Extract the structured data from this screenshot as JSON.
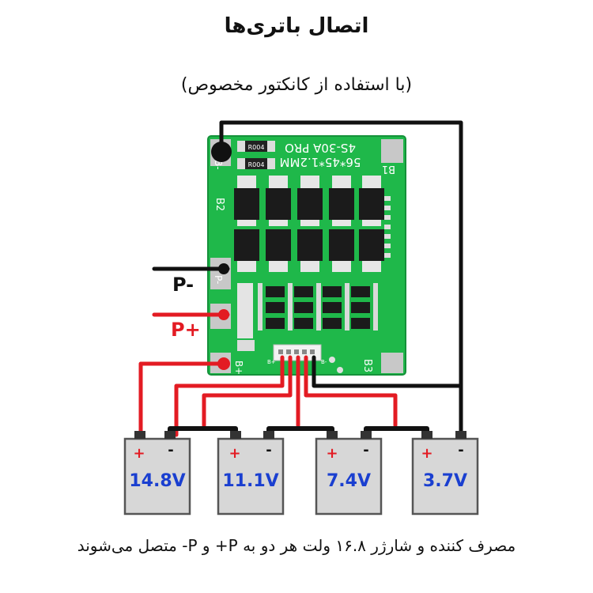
{
  "title": "اتصال باتری‌ها",
  "subtitle": "(با استفاده از کانکتور مخصوص)",
  "caption": "مصرف کننده و شارژر ۱۶.۸ ولت هر دو به P+ و P- متصل می‌شوند",
  "board": {
    "model": "4S-30A PRO",
    "size": "56*45*1.2MM",
    "label_b_minus": "B-",
    "label_b1": "B1",
    "label_b2": "B2",
    "label_b3": "B3",
    "label_p_minus": "P-",
    "label_b_plus": "B+",
    "resistor_code": "R004",
    "connector_b_plus": "B+",
    "connector_b_minus": "B-"
  },
  "terminals": {
    "p_minus": "P-",
    "p_plus": "P+"
  },
  "batteries": [
    {
      "voltage": "14.8V",
      "plus": "+",
      "minus": "-"
    },
    {
      "voltage": "11.1V",
      "plus": "+",
      "minus": "-"
    },
    {
      "voltage": "7.4V",
      "plus": "+",
      "minus": "-"
    },
    {
      "voltage": "3.7V",
      "plus": "+",
      "minus": "-"
    }
  ],
  "colors": {
    "wire_black": "#111111",
    "wire_red": "#e31b23",
    "board_green": "#1fb84a",
    "battery_fill": "#d7d7d7",
    "voltage_text": "#1a3fd0",
    "p_plus_text": "#e31b23"
  }
}
